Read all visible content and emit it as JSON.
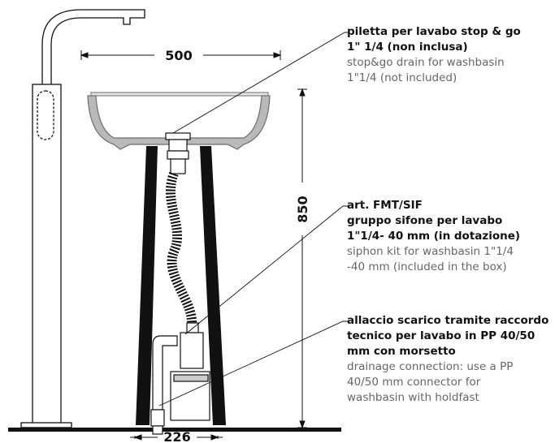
{
  "dimensions": {
    "width_top": "500",
    "height": "850",
    "width_bottom": "226"
  },
  "callouts": [
    {
      "it_lines": [
        "piletta per lavabo stop & go",
        "1\" 1/4 (non inclusa)"
      ],
      "en_lines": [
        "stop&go drain for washbasin",
        "1\"1/4 (not included)"
      ]
    },
    {
      "it_lines": [
        "art. FMT/SIF",
        "gruppo sifone per lavabo",
        "1\"1/4- 40 mm (in dotazione)"
      ],
      "en_lines": [
        "siphon kit for washbasin 1\"1/4",
        "-40 mm (included in the box)"
      ]
    },
    {
      "it_lines": [
        "allaccio scarico tramite raccordo",
        "tecnico per lavabo in PP 40/50",
        "mm con morsetto"
      ],
      "en_lines": [
        "drainage connection: use a PP",
        "40/50 mm connector for",
        "washbasin with holdfast"
      ]
    }
  ],
  "colors": {
    "ink": "#111111",
    "basin_fill": "#b9b9b9",
    "basin_stroke": "#6e6e6e",
    "english_text": "#666666"
  }
}
